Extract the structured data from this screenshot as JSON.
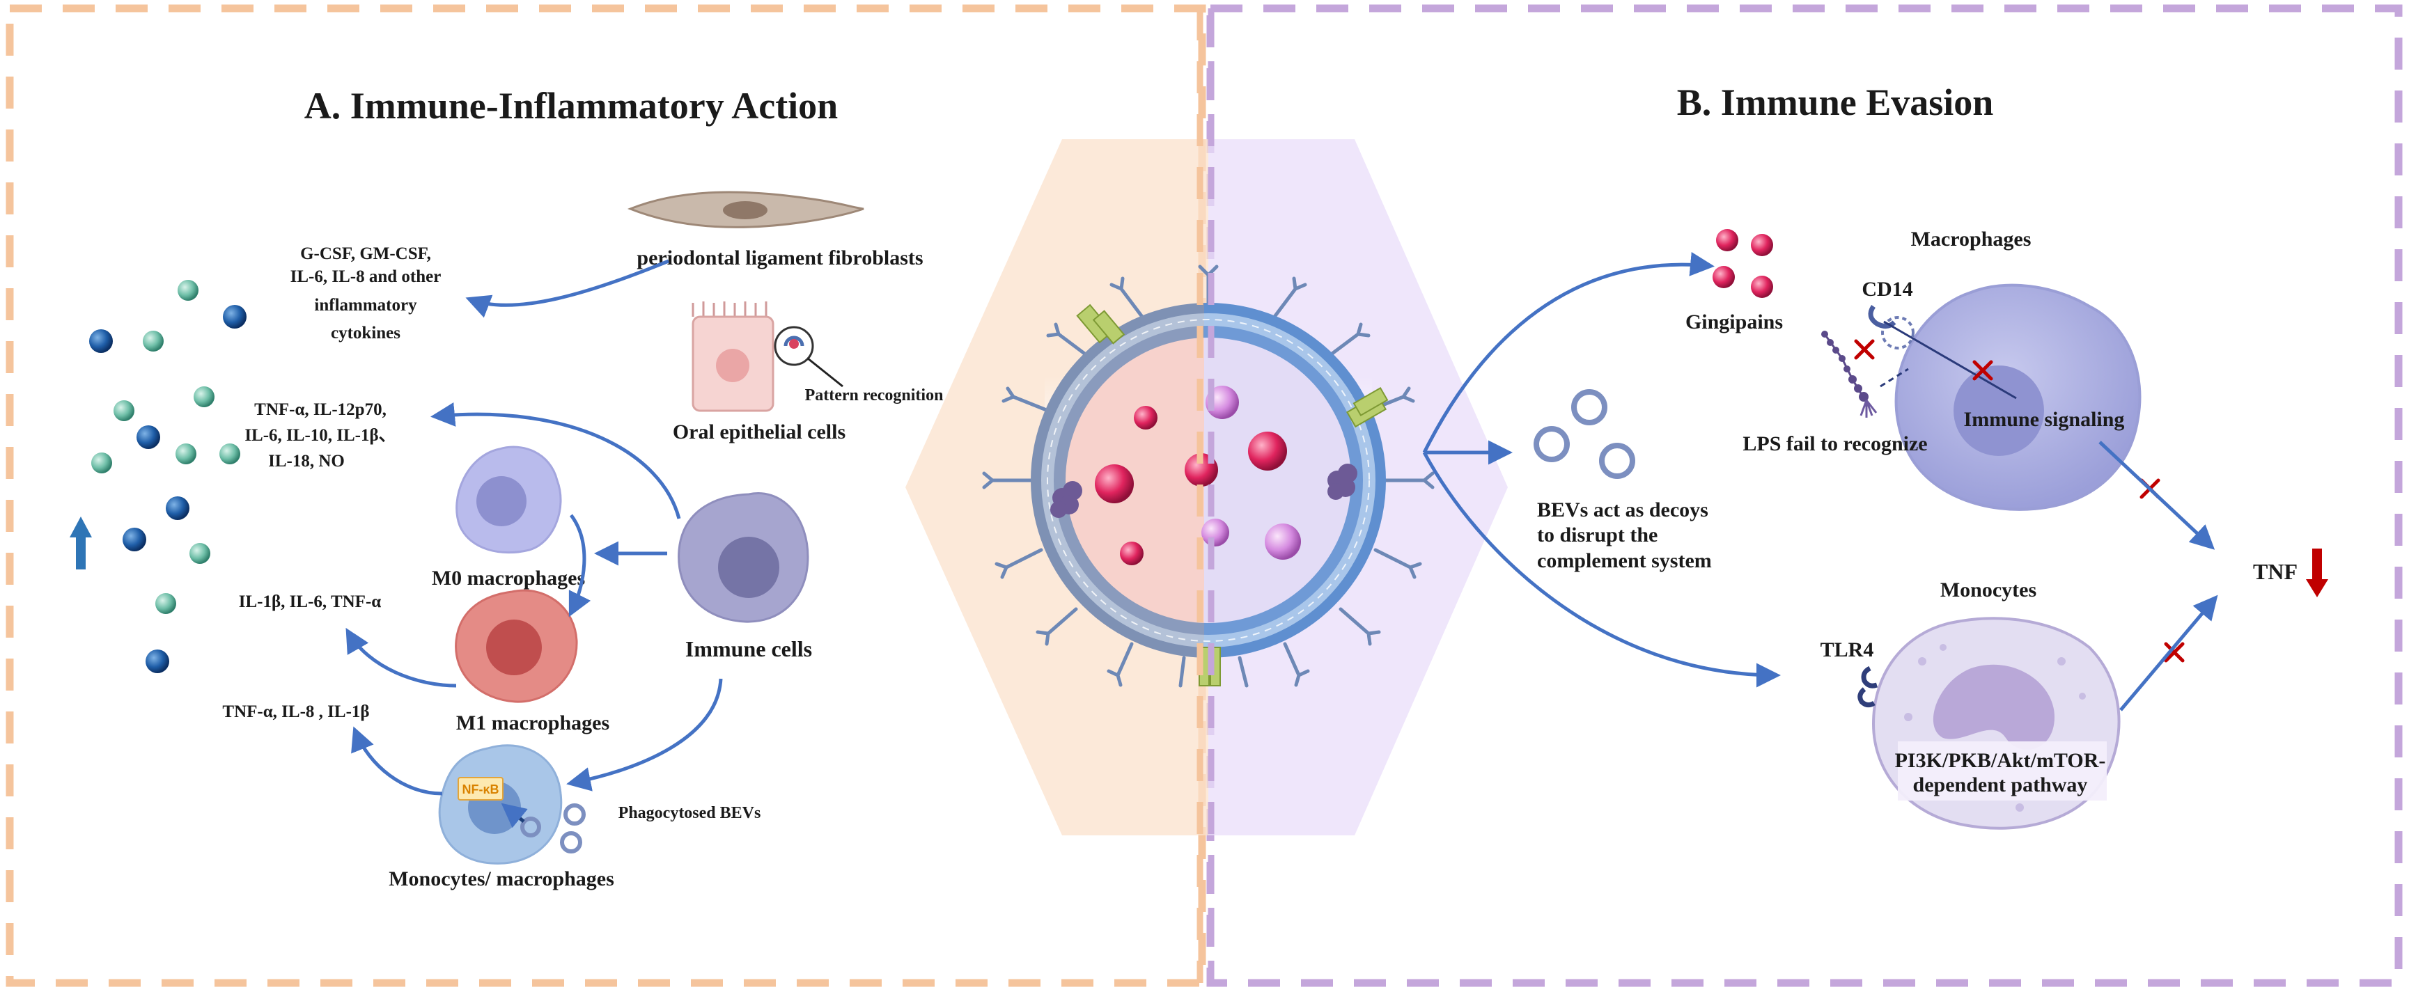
{
  "panel_a": {
    "title": "A. Immune-Inflammatory Action",
    "fibroblast_label": "periodontal ligament fibroblasts",
    "cytokines_1": [
      "G-CSF, GM-CSF,",
      "IL-6, IL-8 and  other",
      "inflammatory",
      "cytokines"
    ],
    "pattern_recognition": "Pattern recognition",
    "oral_epithelial": "Oral epithelial cells",
    "cytokines_2": [
      "TNF-α, IL-12p70,",
      "IL-6, IL-10, IL-1β、",
      "IL-18, NO"
    ],
    "m0_label": "M0 macrophages",
    "cytokines_3": "IL-1β, IL-6, TNF-α",
    "m1_label": "M1 macrophages",
    "immune_cells": "Immune cells",
    "cytokines_4": "TNF-α, IL-8 , IL-1β",
    "nfkb": "NF-κB",
    "phagocytosed": "Phagocytosed BEVs",
    "monocytes_macrophages": "Monocytes/ macrophages"
  },
  "panel_b": {
    "title": "B. Immune Evasion",
    "gingipains": "Gingipains",
    "macrophages": "Macrophages",
    "cd14": "CD14",
    "immune_signaling": "Immune signaling",
    "lps_fail": "LPS fail to recognize",
    "decoy": [
      "BEVs act as decoys",
      "to disrupt the",
      "complement system"
    ],
    "monocytes": "Monocytes",
    "tlr4": "TLR4",
    "pathway": [
      "PI3K/PKB/Akt/mTOR-",
      "dependent pathway"
    ],
    "tnf": "TNF"
  },
  "colors": {
    "panel_a_border": "#f5c49c",
    "panel_b_border": "#c4a6db",
    "arrow": "#4472c4",
    "up_arrow": "#2e75b6",
    "down_arrow": "#c00000",
    "cross": "#c00000"
  }
}
